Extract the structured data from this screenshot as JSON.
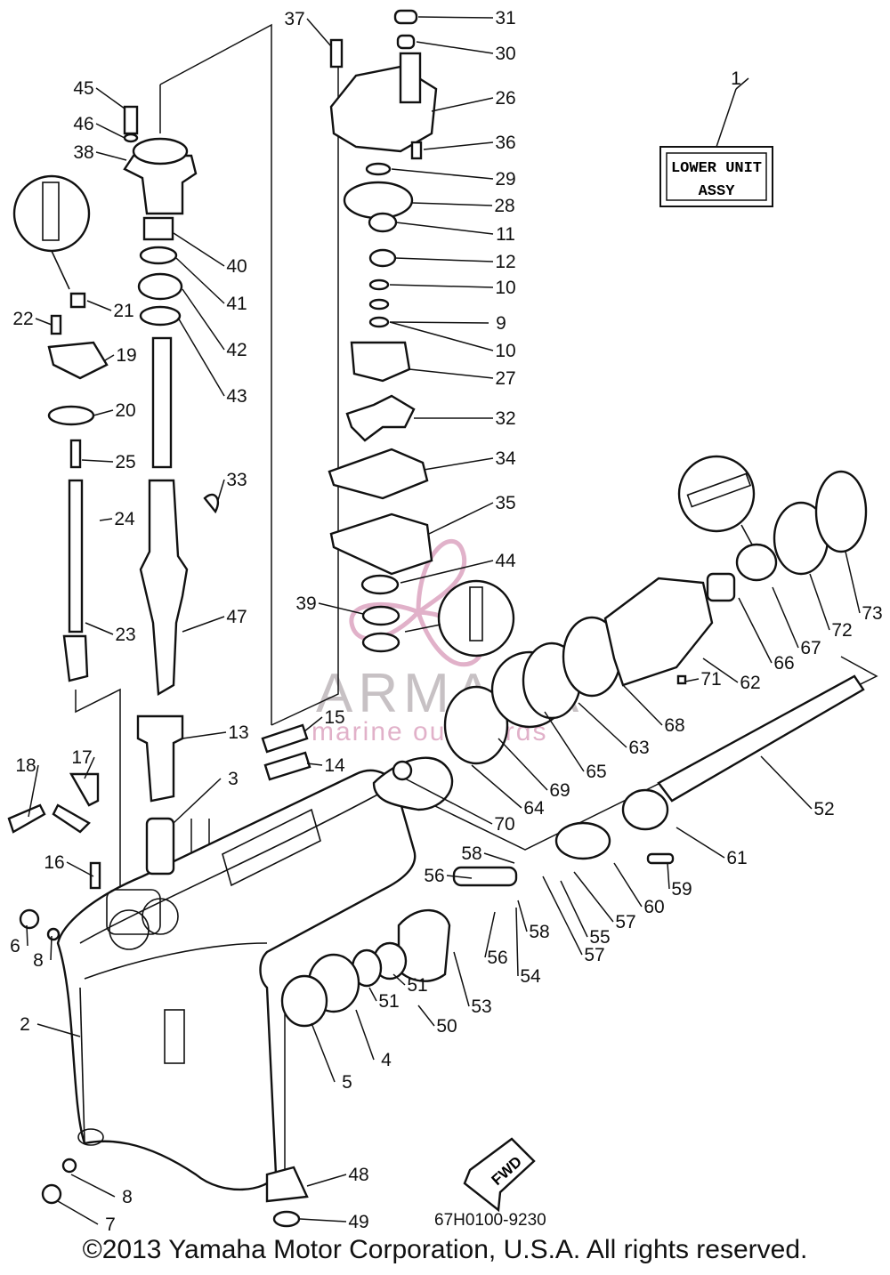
{
  "callouts": [
    "1",
    "2",
    "3",
    "4",
    "5",
    "6",
    "7",
    "8",
    "8",
    "9",
    "10",
    "10",
    "11",
    "12",
    "13",
    "14",
    "15",
    "16",
    "17",
    "18",
    "19",
    "20",
    "21",
    "22",
    "23",
    "24",
    "25",
    "26",
    "27",
    "28",
    "29",
    "30",
    "31",
    "32",
    "33",
    "34",
    "35",
    "36",
    "37",
    "38",
    "39",
    "40",
    "41",
    "42",
    "43",
    "44",
    "45",
    "46",
    "47",
    "48",
    "49",
    "50",
    "51",
    "51",
    "52",
    "53",
    "54",
    "55",
    "56",
    "56",
    "57",
    "57",
    "58",
    "58",
    "59",
    "60",
    "61",
    "62",
    "63",
    "64",
    "65",
    "66",
    "67",
    "68",
    "69",
    "70",
    "71",
    "72",
    "73"
  ],
  "assy_box": {
    "line1": "LOWER UNIT",
    "line2": "ASSY"
  },
  "watermark": {
    "brand": "ARMADA",
    "tagline": "marine outboards"
  },
  "fwd_label": "FWD",
  "reference_code": "67H0100-9230",
  "copyright": "©2013 Yamaha Motor Corporation, U.S.A. All rights reserved.",
  "colors": {
    "ink": "#111111",
    "watermark": "#c9739e"
  }
}
